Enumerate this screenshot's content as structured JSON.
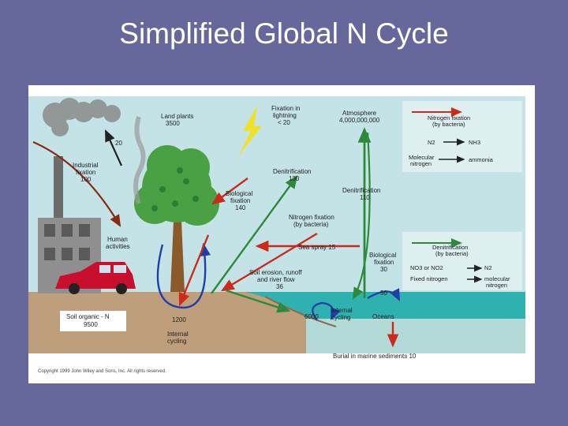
{
  "slide": {
    "title": "Simplified Global N Cycle"
  },
  "labels": {
    "land_plants": [
      "Land plants",
      "3500"
    ],
    "flux_20": "20",
    "industrial": [
      "Industrial",
      "fixation",
      "100"
    ],
    "human": [
      "Human",
      "activities"
    ],
    "lightning": [
      "Fixation in",
      "lightning",
      "< 20"
    ],
    "atmosphere": [
      "Atmosphere",
      "4,000,000,000"
    ],
    "denit_130": [
      "Denitrification",
      "130"
    ],
    "bio_140": [
      "Biological",
      "fixation",
      "140"
    ],
    "denit_110": [
      "Denitrification",
      "110"
    ],
    "nfix_bact": [
      "Nitrogen fixation",
      "(by bacteria)"
    ],
    "sea_spray": "Sea spray 15",
    "bio_30": [
      "Biological",
      "fixation",
      "30"
    ],
    "soil_erosion": [
      "Soil erosion, runoff",
      "and river flow",
      "36"
    ],
    "soil_organic": [
      "Soil organic - N",
      "9500"
    ],
    "v1200": "1200",
    "internal_cycling_land": [
      "Internal",
      "cycling"
    ],
    "v6000": "6000",
    "internal_cycling_ocean": [
      "Internal",
      "cycling"
    ],
    "v50": "50",
    "oceans": "Oceans",
    "burial": "Burial in marine sediments 10",
    "copyright": "Copyright 1999 John Wiley and Sons, Inc. All rights reserved."
  },
  "legend_nfix": {
    "title": [
      "Nitrogen fixation",
      "(by bacteria)"
    ],
    "from_formula": "N2",
    "to_formula": "NH3",
    "from_name": [
      "Molecular",
      "nitrogen"
    ],
    "to_name": "ammonia"
  },
  "legend_denit": {
    "title": [
      "Denitrification",
      "(by bacteria)"
    ],
    "from_formula": "NO3 or NO2",
    "to_formula": "N2",
    "from_name": "Fixed nitrogen",
    "to_name": [
      "molecular",
      "nitrogen"
    ]
  },
  "colors": {
    "background": "#66679b",
    "sky": "#c3e3e7",
    "soil": "#bf9e7c",
    "ocean": "#2fb1b0",
    "fixation_arrow": "#cc2a1a",
    "denitrification_arrow": "#2e8a3a",
    "internal_cycling_arrow": "#1f3ea8",
    "human_arrow": "#8a2a14"
  }
}
